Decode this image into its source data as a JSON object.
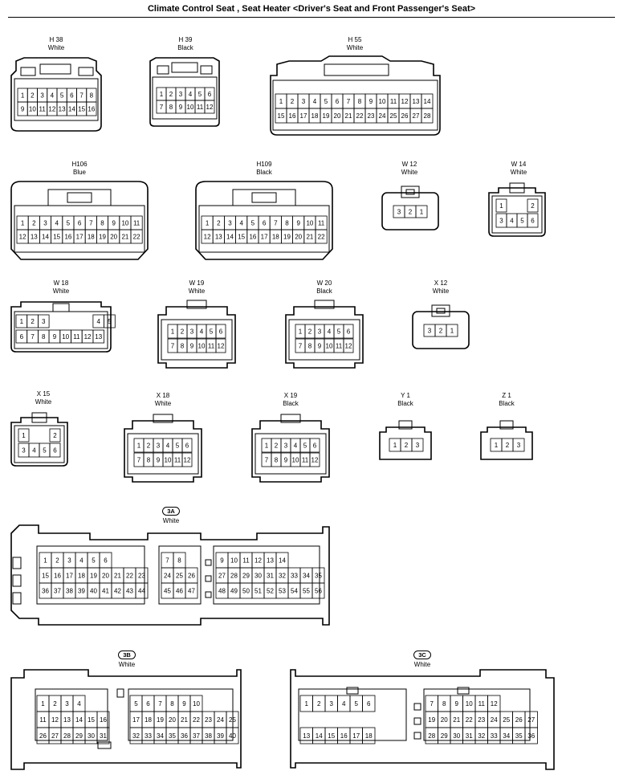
{
  "title": "Climate Control Seat , Seat Heater <Driver's Seat and Front Passenger's Seat>",
  "connectors": [
    {
      "id": "H 38",
      "color": "White",
      "rows": [
        [
          "1",
          "2",
          "3",
          "4",
          "5",
          "6",
          "7",
          "8"
        ],
        [
          "9",
          "10",
          "11",
          "12",
          "13",
          "14",
          "15",
          "16"
        ]
      ]
    },
    {
      "id": "H 39",
      "color": "Black",
      "rows": [
        [
          "1",
          "2",
          "3",
          "4",
          "5",
          "6"
        ],
        [
          "7",
          "8",
          "9",
          "10",
          "11",
          "12"
        ]
      ]
    },
    {
      "id": "H 55",
      "color": "White",
      "rows": [
        [
          "1",
          "2",
          "3",
          "4",
          "5",
          "6",
          "7",
          "8",
          "9",
          "10",
          "11",
          "12",
          "13",
          "14"
        ],
        [
          "15",
          "16",
          "17",
          "18",
          "19",
          "20",
          "21",
          "22",
          "23",
          "24",
          "25",
          "26",
          "27",
          "28"
        ]
      ]
    },
    {
      "id": "H106",
      "color": "Blue",
      "rows": [
        [
          "1",
          "2",
          "3",
          "4",
          "5",
          "6",
          "7",
          "8",
          "9",
          "10",
          "11"
        ],
        [
          "12",
          "13",
          "14",
          "15",
          "16",
          "17",
          "18",
          "19",
          "20",
          "21",
          "22"
        ]
      ]
    },
    {
      "id": "H109",
      "color": "Black",
      "rows": [
        [
          "1",
          "2",
          "3",
          "4",
          "5",
          "6",
          "7",
          "8",
          "9",
          "10",
          "11"
        ],
        [
          "12",
          "13",
          "14",
          "15",
          "16",
          "17",
          "18",
          "19",
          "20",
          "21",
          "22"
        ]
      ]
    },
    {
      "id": "W 12",
      "color": "White",
      "rows": [
        [
          "3",
          "2",
          "1"
        ]
      ]
    },
    {
      "id": "W 14",
      "color": "White",
      "rows": [
        [
          "1",
          "",
          "2"
        ],
        [
          "3",
          "4",
          "5",
          "6"
        ]
      ]
    },
    {
      "id": "W 18",
      "color": "White",
      "rows": [
        [
          "1",
          "2",
          "3",
          "",
          "",
          "",
          "",
          "4",
          "5"
        ],
        [
          "6",
          "7",
          "8",
          "9",
          "10",
          "11",
          "12",
          "13"
        ]
      ]
    },
    {
      "id": "W 19",
      "color": "White",
      "rows": [
        [
          "1",
          "2",
          "3",
          "4",
          "5",
          "6"
        ],
        [
          "7",
          "8",
          "9",
          "10",
          "11",
          "12"
        ]
      ]
    },
    {
      "id": "W 20",
      "color": "Black",
      "rows": [
        [
          "1",
          "2",
          "3",
          "4",
          "5",
          "6"
        ],
        [
          "7",
          "8",
          "9",
          "10",
          "11",
          "12"
        ]
      ]
    },
    {
      "id": "X 12",
      "color": "White",
      "rows": [
        [
          "3",
          "2",
          "1"
        ]
      ]
    },
    {
      "id": "X 15",
      "color": "White",
      "rows": [
        [
          "1",
          "",
          "2"
        ],
        [
          "3",
          "4",
          "5",
          "6"
        ]
      ]
    },
    {
      "id": "X 18",
      "color": "White",
      "rows": [
        [
          "1",
          "2",
          "3",
          "4",
          "5",
          "6"
        ],
        [
          "7",
          "8",
          "9",
          "10",
          "11",
          "12"
        ]
      ]
    },
    {
      "id": "X 19",
      "color": "Black",
      "rows": [
        [
          "1",
          "2",
          "3",
          "4",
          "5",
          "6"
        ],
        [
          "7",
          "8",
          "9",
          "10",
          "11",
          "12"
        ]
      ]
    },
    {
      "id": "Y 1",
      "color": "Black",
      "rows": [
        [
          "1",
          "2",
          "3"
        ]
      ]
    },
    {
      "id": "Z 1",
      "color": "Black",
      "rows": [
        [
          "1",
          "2",
          "3"
        ]
      ]
    },
    {
      "id": "3A",
      "color": "White",
      "blocks": [
        [
          [
            "1",
            "2",
            "3",
            "4",
            "5",
            "6"
          ],
          [
            "15",
            "16",
            "17",
            "18",
            "19",
            "20",
            "21",
            "22",
            "23"
          ],
          [
            "36",
            "37",
            "38",
            "39",
            "40",
            "41",
            "42",
            "43",
            "44"
          ]
        ],
        [
          [
            "7",
            "8"
          ],
          [
            "24",
            "25",
            "26"
          ],
          [
            "45",
            "46",
            "47"
          ]
        ],
        [
          [
            "9",
            "10",
            "11",
            "12",
            "13",
            "14"
          ],
          [
            "27",
            "28",
            "29",
            "30",
            "31",
            "32",
            "33",
            "34",
            "35"
          ],
          [
            "48",
            "49",
            "50",
            "51",
            "52",
            "53",
            "54",
            "55",
            "56"
          ]
        ]
      ]
    },
    {
      "id": "3B",
      "color": "White",
      "blocks": [
        [
          [
            "1",
            "2",
            "3",
            "4"
          ],
          [
            "11",
            "12",
            "13",
            "14",
            "15",
            "16"
          ],
          [
            "26",
            "27",
            "28",
            "29",
            "30",
            "31"
          ]
        ],
        [
          [
            "5",
            "6",
            "7",
            "8",
            "9",
            "10"
          ],
          [
            "17",
            "18",
            "19",
            "20",
            "21",
            "22",
            "23",
            "24",
            "25"
          ],
          [
            "32",
            "33",
            "34",
            "35",
            "36",
            "37",
            "38",
            "39",
            "40"
          ]
        ]
      ]
    },
    {
      "id": "3C",
      "color": "White",
      "blocks": [
        [
          [
            "1",
            "2",
            "3",
            "4",
            "5",
            "6"
          ],
          [],
          [
            "13",
            "14",
            "15",
            "16",
            "17",
            "18"
          ]
        ],
        [
          [
            "7",
            "8",
            "9",
            "10",
            "11",
            "12"
          ],
          [
            "19",
            "20",
            "21",
            "22",
            "23",
            "24",
            "25",
            "26",
            "27"
          ],
          [
            "28",
            "29",
            "30",
            "31",
            "32",
            "33",
            "34",
            "35",
            "36"
          ]
        ]
      ]
    }
  ]
}
